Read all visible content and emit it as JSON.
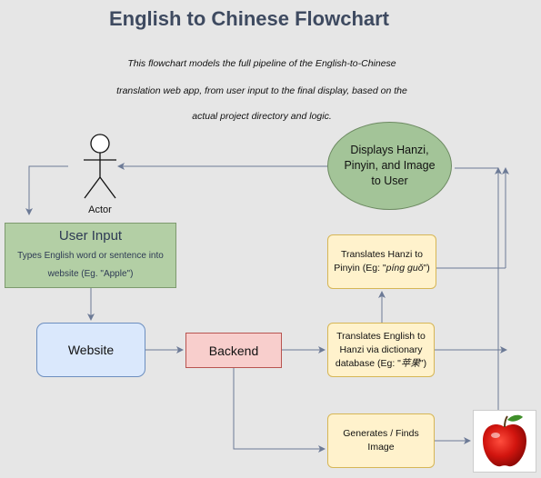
{
  "title": "English to Chinese Flowchart",
  "description": [
    "This flowchart models the full pipeline of the English-to-Chinese",
    "translation web app, from user input to the final display, based on the",
    "actual project directory and logic."
  ],
  "actor": {
    "label": "Actor"
  },
  "user_input": {
    "title": "User Input",
    "line1": "Types English word or sentence into",
    "line2": "website (Eg. \"Apple\")"
  },
  "website": {
    "label": "Website"
  },
  "backend": {
    "label": "Backend"
  },
  "translate_english": {
    "line1": "Translates English to",
    "line2": "Hanzi via dictionary",
    "line3_prefix": "database (Eg: \"",
    "line3_italic": "苹果",
    "line3_suffix": "\")"
  },
  "translate_pinyin": {
    "line1": "Translates Hanzi to",
    "line2_prefix": "Pinyin (Eg: \"",
    "line2_italic": "píng guǒ",
    "line2_suffix": "\")"
  },
  "generate_image": {
    "line1": "Generates / Finds",
    "line2": "Image"
  },
  "display": {
    "line1": "Displays Hanzi,",
    "line2": "Pinyin, and Image",
    "line3": "to User"
  },
  "colors": {
    "arrow": "#6c7a96",
    "display_fill": "#a3c498",
    "input_fill": "#b3cfa5",
    "website_fill": "#dae8fc",
    "backend_fill": "#f8cecc",
    "step_fill": "#fff2cc"
  },
  "icons": {
    "apple": "apple-icon",
    "actor": "stick-figure-icon"
  }
}
